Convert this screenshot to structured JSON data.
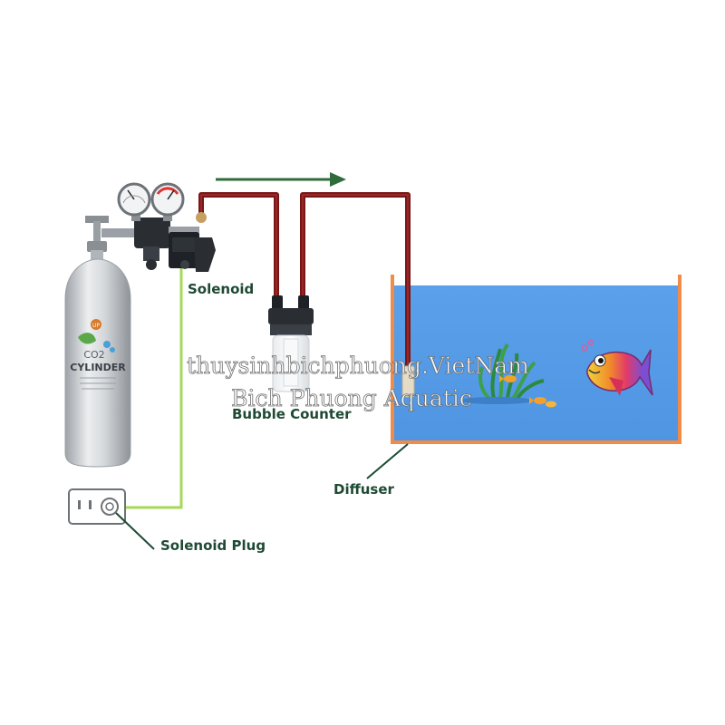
{
  "labels": {
    "solenoid": "Solenoid",
    "bubble_counter": "Bubble Counter",
    "diffuser": "Diffuser",
    "solenoid_plug": "Solenoid Plug"
  },
  "cylinder": {
    "brand_text": "CO2",
    "name_text": "CYLINDER",
    "logo_text": "UP"
  },
  "watermark": {
    "line1": "thuysinhbichphuong.VietNam",
    "line2": "Bich Phuong Aquatic"
  },
  "colors": {
    "tubing": "#7a1616",
    "cable": "#a6d95a",
    "arrow": "#2f6b3b",
    "label_text": "#1e4a33",
    "tank_water": "#5aa0ea",
    "tank_frame": "#f08b48",
    "cylinder": "#cfd3d7"
  }
}
